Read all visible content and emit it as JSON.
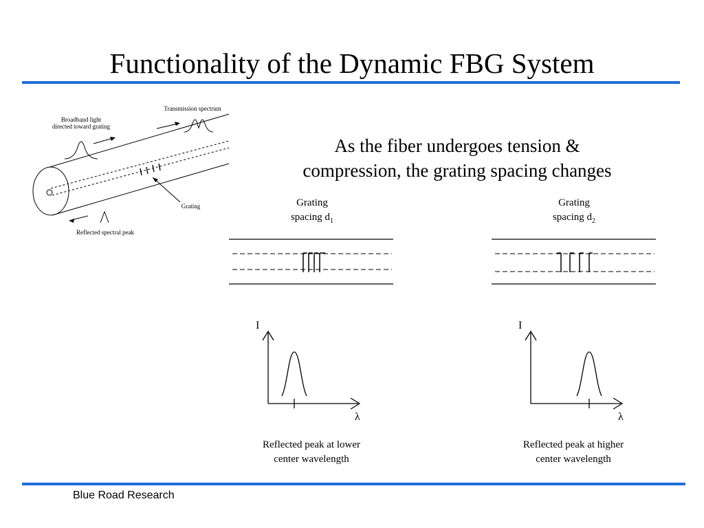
{
  "title": "Functionality of the Dynamic FBG System",
  "footer": "Blue Road Research",
  "fiber_diagram": {
    "input_label_line1": "Broadband light",
    "input_label_line2": "directed toward grating",
    "transmission_label": "Transmission spectrum",
    "grating_label": "Grating",
    "reflected_label": "Reflected spectral peak"
  },
  "subtitle_line1": "As the fiber undergoes tension &",
  "subtitle_line2": "compression, the grating spacing changes",
  "panels": [
    {
      "grating_label": "Grating",
      "spacing_label": "spacing d",
      "spacing_sub": "1",
      "y_axis": "I",
      "x_axis": "λ",
      "caption_line1": "Reflected peak at lower",
      "caption_line2": "center wavelength"
    },
    {
      "grating_label": "Grating",
      "spacing_label": "spacing d",
      "spacing_sub": "2",
      "y_axis": "I",
      "x_axis": "λ",
      "caption_line1": "Reflected peak at higher",
      "caption_line2": "center wavelength"
    }
  ]
}
